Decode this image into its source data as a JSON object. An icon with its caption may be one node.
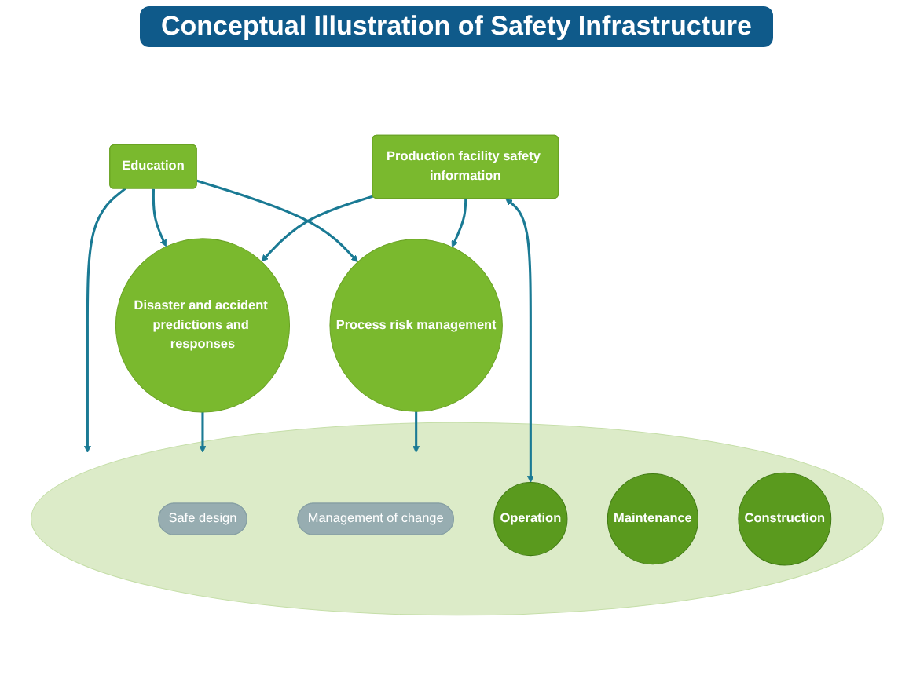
{
  "diagram": {
    "title": "Conceptual Illustration of Safety Infrastructure",
    "nodes": [
      {
        "text": [
          "Production facility safety information"
        ]
      },
      {
        "text": [
          "Process risk management"
        ]
      },
      {
        "text": [
          "Disaster and accident predictions and responses"
        ]
      },
      {
        "text": [
          "Education"
        ]
      },
      {
        "text": [],
        "shape": "circle"
      },
      {
        "text": [
          "Safe design"
        ],
        "in": 4
      },
      {
        "text": [
          "Management of change"
        ],
        "in": 4
      },
      {
        "text": [
          "Operation"
        ],
        "in": 4
      },
      {
        "text": [
          "Maintenance"
        ],
        "in": 4
      },
      {
        "text": [
          "Construction"
        ],
        "in": 4
      }
    ],
    "edges": [
      {
        "from": 0,
        "to": 1,
        "arrow": "to"
      },
      {
        "from": 0,
        "to": 2,
        "arrow": "to"
      },
      {
        "from": 0,
        "to": 7,
        "arrow": "both"
      },
      {
        "from": 1,
        "to": 4,
        "arrow": "to"
      },
      {
        "from": 2,
        "to": 4,
        "arrow": "to"
      },
      {
        "from": 3,
        "to": 4,
        "arrow": "to"
      },
      {
        "from": 3,
        "to": 1,
        "arrow": "to"
      },
      {
        "from": 3,
        "to": 2,
        "arrow": "to"
      }
    ]
  }
}
